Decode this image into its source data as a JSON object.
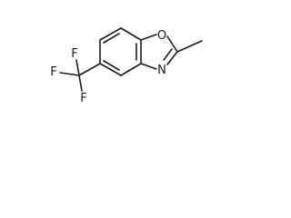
{
  "molecule": {
    "atoms": {
      "o1": "O",
      "n3": "N",
      "f1": "F",
      "f2": "F",
      "f3": "F"
    }
  }
}
